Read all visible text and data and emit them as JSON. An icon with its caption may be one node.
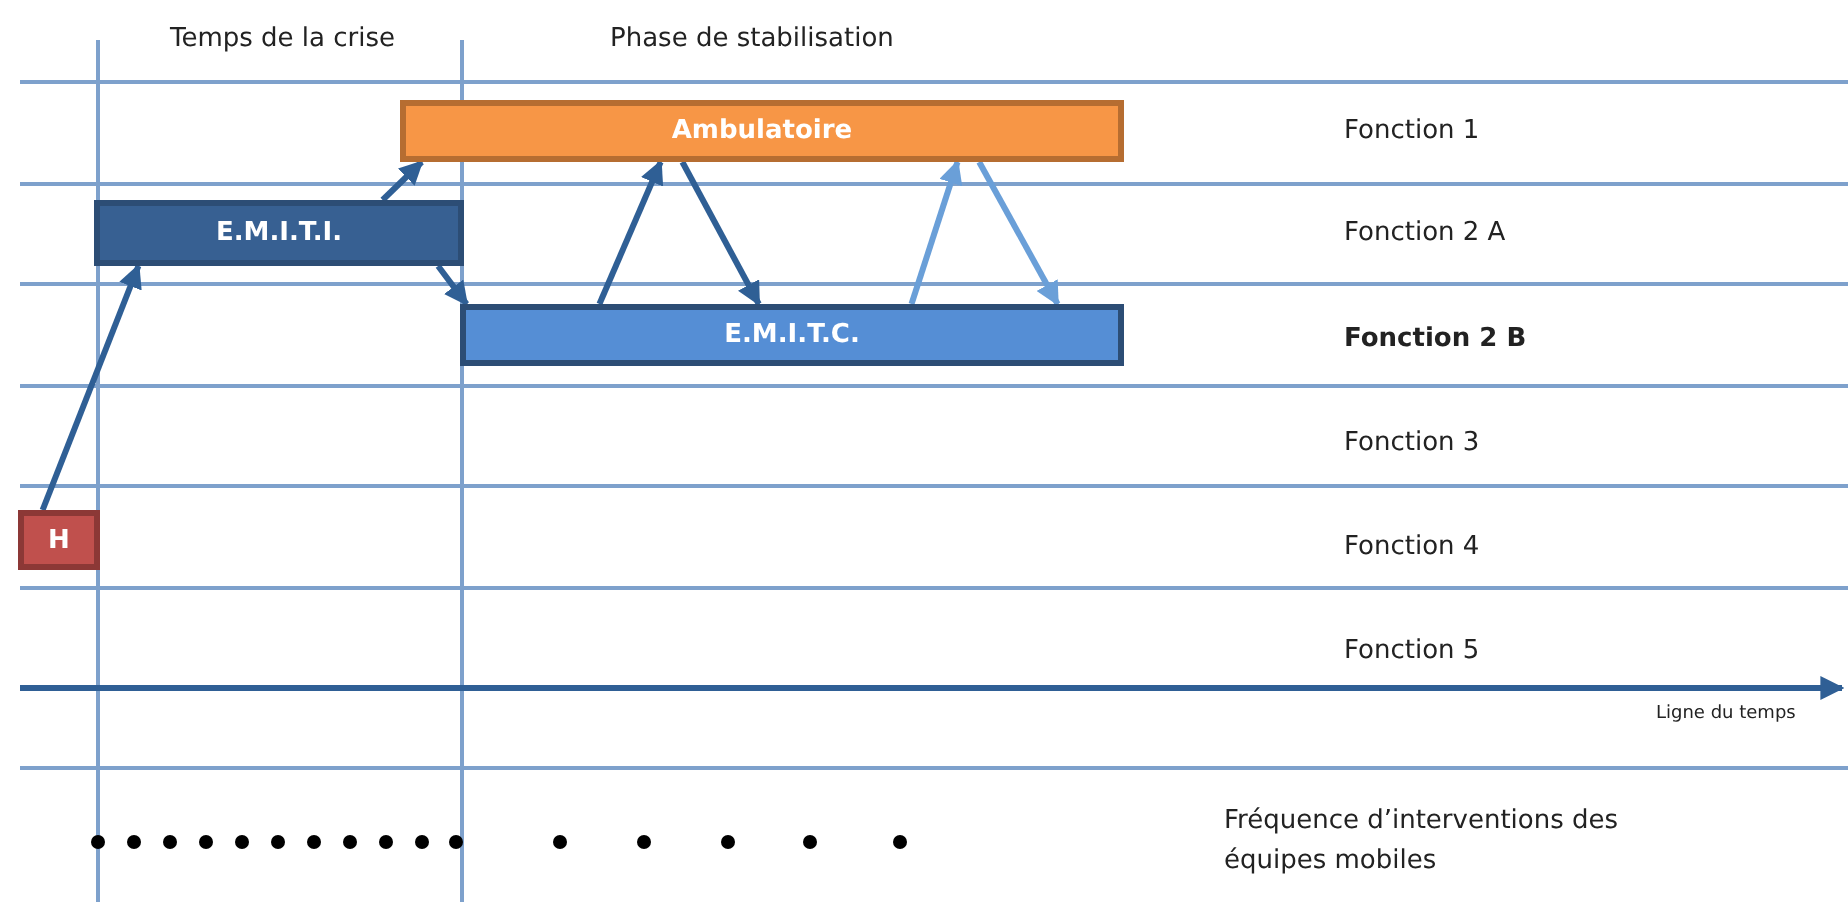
{
  "diagram": {
    "nodes": [
      {
        "text": [
          "Ambulatoire"
        ]
      },
      {
        "text": [
          "E.M.I.T.I."
        ]
      },
      {
        "text": [
          "E.M.I.T.C."
        ]
      },
      {
        "text": [
          "H"
        ]
      }
    ],
    "edges": [
      {
        "from": 3,
        "to": 1,
        "arrow": "to"
      },
      {
        "from": 1,
        "to": 0,
        "arrow": "to"
      },
      {
        "from": 1,
        "to": 2,
        "arrow": "to"
      },
      {
        "from": 2,
        "to": 0,
        "arrow": "to"
      },
      {
        "from": 0,
        "to": 2,
        "arrow": "to"
      },
      {
        "from": 2,
        "to": 0,
        "arrow": "to",
        "color": "#6a9fd8"
      },
      {
        "from": 0,
        "to": 2,
        "arrow": "to",
        "color": "#6a9fd8"
      }
    ],
    "labels": [
      "Temps de la crise",
      "Phase de stabilisation",
      "Fonction 1",
      "Fonction 2 A",
      "Fonction 2 B",
      "Fonction 3",
      "Fonction 4",
      "Fonction 5",
      "Ligne du temps",
      "Fréquence d’interventions des équipes mobiles"
    ]
  }
}
